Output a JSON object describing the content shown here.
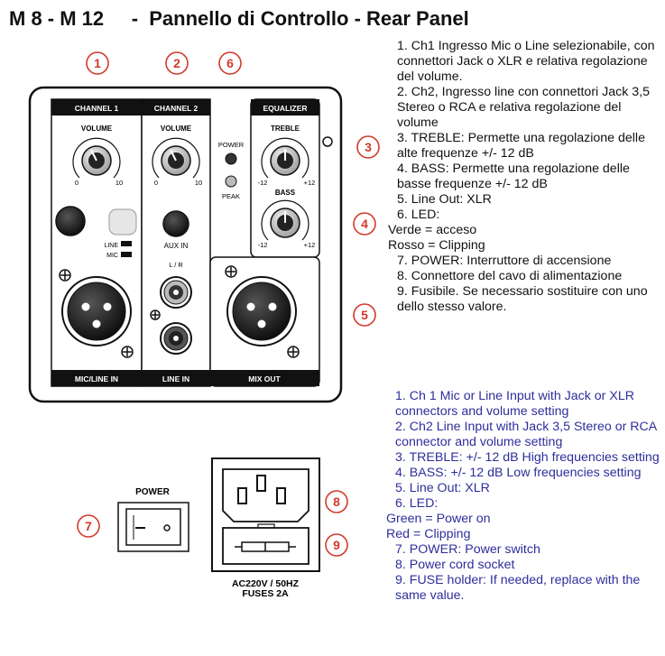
{
  "title": "M 8 - M 12     -  Pannello di Controllo - Rear Panel",
  "panel": {
    "ch1_header": "CHANNEL 1",
    "ch2_header": "CHANNEL 2",
    "eq_header": "EQUALIZER",
    "vol1_label": "VOLUME",
    "vol2_label": "VOLUME",
    "treble_label": "TREBLE",
    "bass_label": "BASS",
    "knob_min": "0",
    "knob_max": "10",
    "eq_min": "-12",
    "eq_max": "+12",
    "power_led": "POWER",
    "peak_led": "PEAK",
    "line_label": "LINE",
    "mic_label": "MIC",
    "aux_in": "AUX IN",
    "lr": "L / R",
    "mic_line_in": "MIC/LINE IN",
    "line_in": "LINE IN",
    "mix_out": "MIX OUT"
  },
  "lower": {
    "power_label": "POWER",
    "rating_line1": "AC220V / 50HZ",
    "rating_line2": "FUSES 2A"
  },
  "markers": [
    "1",
    "2",
    "6",
    "3",
    "4",
    "5",
    "7",
    "8",
    "9"
  ],
  "italian": [
    "1.  Ch1 Ingresso Mic o Line selezionabile, con connettori Jack o XLR e relativa regolazione del volume.",
    "2.  Ch2, Ingresso line con connettori Jack 3,5 Stereo o RCA e relativa regolazione del volume",
    "3.  TREBLE: Permette una regolazione delle alte frequenze  +/- 12 dB",
    "4.  BASS: Permette una regolazione delle basse frequenze  +/- 12 dB",
    "5.   Line Out: XLR",
    "6.   LED:",
    "Verde = acceso",
    "Rosso = Clipping",
    "7.   POWER: Interruttore di accensione",
    "8.   Connettore del cavo di alimentazione",
    "9.   Fusibile. Se necessario sostituire con uno dello stesso valore."
  ],
  "english": [
    "1.  Ch 1 Mic or Line Input with Jack or XLR connectors and volume setting",
    "2.  Ch2  Line Input with Jack 3,5 Stereo or RCA connector and volume setting",
    "3.  TREBLE: +/- 12 dB High frequencies setting",
    "4.  BASS: +/- 12 dB Low frequencies setting",
    "5.  Line Out: XLR",
    "6.  LED:",
    "Green = Power on",
    "Red = Clipping",
    "7.  POWER:  Power switch",
    "8.  Power cord socket",
    "9.  FUSE holder: If needed, replace with the same value."
  ],
  "colors": {
    "marker": "#d23a2a",
    "english_text": "#2e2e9c",
    "panel_bar": "#111111"
  }
}
